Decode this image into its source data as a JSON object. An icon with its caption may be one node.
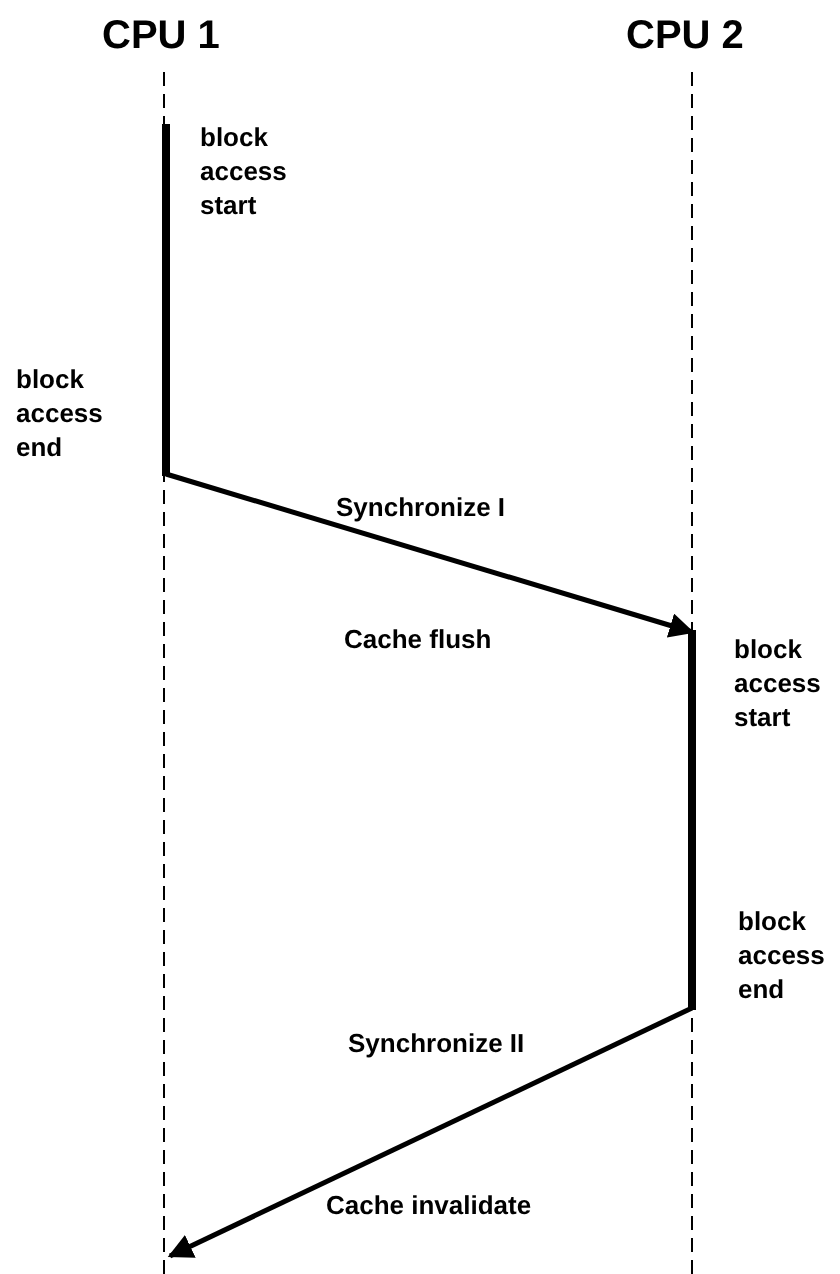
{
  "diagram": {
    "nodes": [
      {
        "text": [
          "CPU 1"
        ]
      },
      {
        "text": [
          "CPU 2"
        ]
      },
      {
        "text": [],
        "shape": "bar",
        "beside": [
          "block access start",
          "block access end"
        ]
      },
      {
        "text": [],
        "shape": "bar",
        "beside": [
          "block access start",
          "block access end"
        ]
      }
    ],
    "edges": [
      {
        "from": 2,
        "to": 3,
        "arrow": "to",
        "label": "Synchronize I"
      },
      {
        "from": 3,
        "to": null,
        "arrow": "to",
        "label": "Synchronize II"
      }
    ],
    "labels": [
      "Cache flush",
      "Cache invalidate"
    ]
  }
}
